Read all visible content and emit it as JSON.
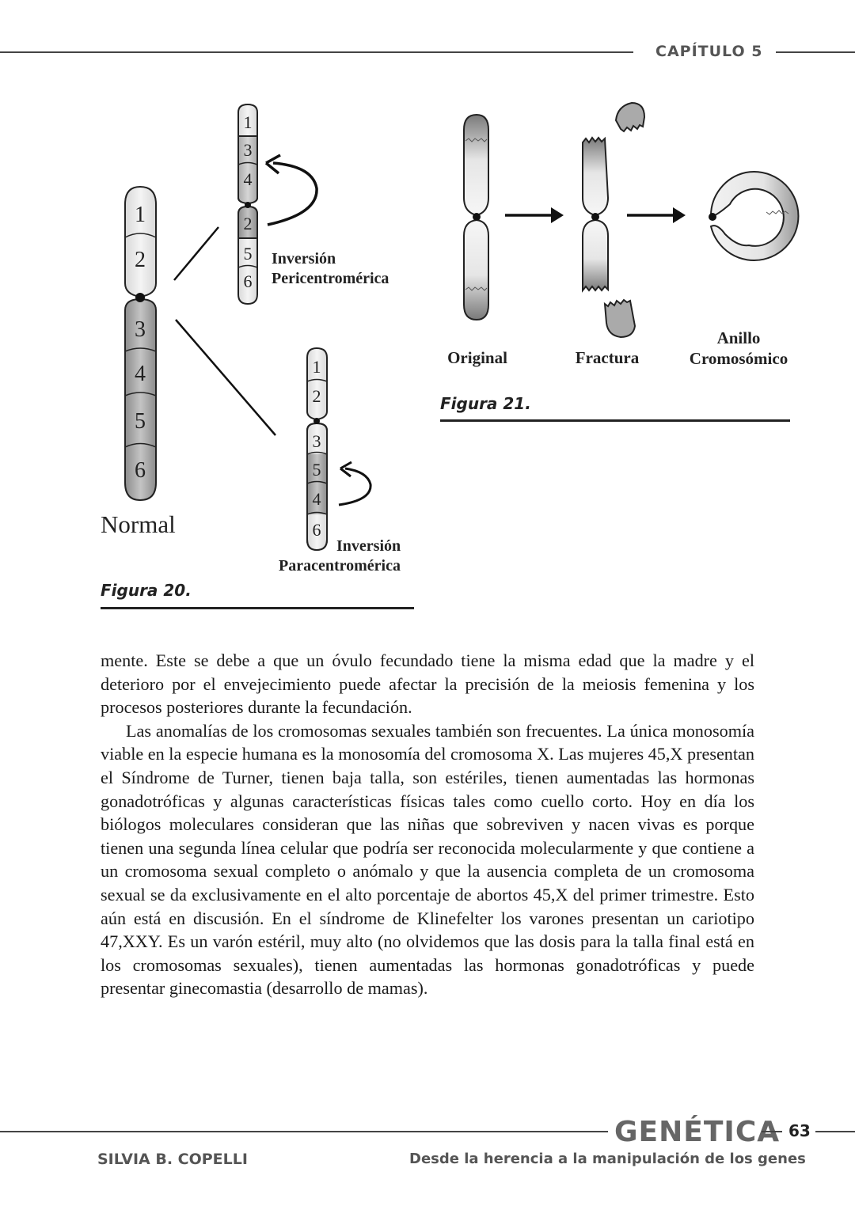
{
  "header": {
    "chapter": "CAPÍTULO 5"
  },
  "figure20": {
    "caption": "Figura 20.",
    "normal_label": "Normal",
    "normal_bands": [
      "1",
      "2",
      "3",
      "4",
      "5",
      "6"
    ],
    "peri_bands": [
      "1",
      "3",
      "4",
      "2",
      "5",
      "6"
    ],
    "peri_label_1": "Inversión",
    "peri_label_2": "Pericentromérica",
    "para_bands": [
      "1",
      "2",
      "3",
      "5",
      "4",
      "6"
    ],
    "para_label_1": "Inversión",
    "para_label_2": "Paracentromérica"
  },
  "figure21": {
    "caption": "Figura 21.",
    "label_original": "Original",
    "label_fractura": "Fractura",
    "label_anillo_1": "Anillo",
    "label_anillo_2": "Cromosómico"
  },
  "body": {
    "p1": "mente. Este se debe a que un óvulo fecundado tiene la misma edad que la madre y el deterioro por el envejecimiento puede afectar la precisión de la meiosis femenina y los procesos posteriores durante la fecundación.",
    "p2": "Las anomalías de los cromosomas sexuales también son frecuentes. La única monosomía viable en la especie humana es la monosomía del cromosoma X. Las mujeres 45,X presentan el Síndrome de Turner, tienen baja talla, son estériles, tienen aumentadas las hormonas gonadotróficas y algunas características físicas tales como cuello corto. Hoy en día los biólogos moleculares consideran que las niñas que sobreviven y nacen vivas es porque tienen una segunda línea celular que podría ser reconocida molecularmente y que contiene a un cromosoma sexual completo o anómalo y que la ausencia completa de un cromosoma sexual se da exclusivamente en el alto porcentaje de abortos 45,X del primer trimestre. Esto aún está en discusión. En el síndrome de Klinefelter los varones presentan un cariotipo 47,XXY. Es un varón estéril, muy alto (no olvidemos que las dosis para la talla final está en los cromosomas sexuales), tienen aumentadas las hormonas gonadotróficas y puede presentar ginecomastia (desarrollo de mamas)."
  },
  "footer": {
    "title": "GENÉTICA",
    "page": "63",
    "author": "SILVIA B. COPELLI",
    "subtitle": "Desde la herencia a la manipulación de los genes"
  }
}
